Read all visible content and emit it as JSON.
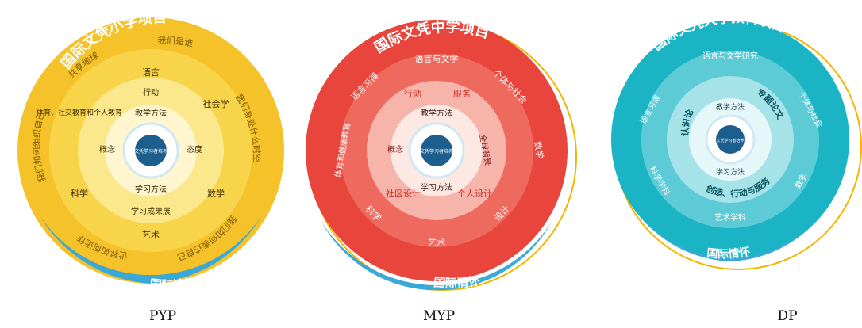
{
  "diagrams": [
    {
      "id": "pyp",
      "title": "国际文凭小学项目",
      "caption": "PYP",
      "footer": "国际情怀",
      "core_text": "国际文凭学习者培养目标",
      "colors": {
        "outer": "#f5c42c",
        "mid": "#f8d44a",
        "inner": "#fbe37e",
        "core": "#ffffff",
        "accent": "#e6a900",
        "footer": "#3aa8d8",
        "text_dark": "#3b2c00",
        "text_light": "#ffffff"
      },
      "labels": {
        "p1": "我们是谁",
        "p2": "我们身处什么时空",
        "p3": "我们如何表达自己",
        "p4": "世界如何运作",
        "p5": "我们如何组织自己",
        "p6": "共享地球",
        "s1": "语言",
        "s2": "社会学",
        "s3": "数学",
        "s4": "艺术",
        "s5": "科学",
        "s6": "体育、社交教育和个人教育",
        "i1": "行动",
        "i2": "态度",
        "i3": "学习成果展",
        "i4": "概念",
        "c1": "教学方法",
        "c2": "学习方法"
      }
    },
    {
      "id": "myp",
      "title": "国际文凭中学项目",
      "caption": "MYP",
      "footer": "国际情怀",
      "core_text": "国际文凭学习者培养目标",
      "colors": {
        "outer": "#e8453c",
        "mid": "#ee6a5f",
        "inner": "#f7b4ab",
        "core": "#ffffff",
        "accent": "#c92e26",
        "footer": "#3aa8d8",
        "text_dark": "#7a1a14",
        "text_light": "#ffffff"
      },
      "labels": {
        "s1": "语言与文学",
        "s2": "个体与社会",
        "s3": "数学",
        "s4": "设计",
        "s5": "艺术",
        "s6": "科学",
        "s7": "体育和健康教育",
        "s8": "语言习得",
        "i1": "行动",
        "i2": "服务",
        "i3": "全球背景",
        "i4": "个人设计",
        "i5": "社区设计",
        "i6": "概念",
        "c1": "教学方法",
        "c2": "学习方法"
      }
    },
    {
      "id": "dp",
      "title": "国际文凭大学预科项目",
      "caption": "DP",
      "footer": "国际情怀",
      "core_text": "国际文凭学习者培养目标",
      "colors": {
        "outer": "#1bb4c5",
        "mid": "#5ccbd6",
        "inner": "#a6e3e8",
        "core": "#ffffff",
        "accent": "#0c8e9e",
        "footer": "#3aa8d8",
        "text_dark": "#0a5561",
        "text_light": "#ffffff"
      },
      "labels": {
        "s1": "语言与文学研究",
        "s2": "个体与社会",
        "s3": "数学",
        "s4": "艺术学科",
        "s5": "科学学科",
        "s6": "语言习得",
        "i1": "专题论文",
        "i2": "创造、行动与服务",
        "i3": "认识论",
        "c1": "教学方法",
        "c2": "学习方法"
      }
    }
  ]
}
